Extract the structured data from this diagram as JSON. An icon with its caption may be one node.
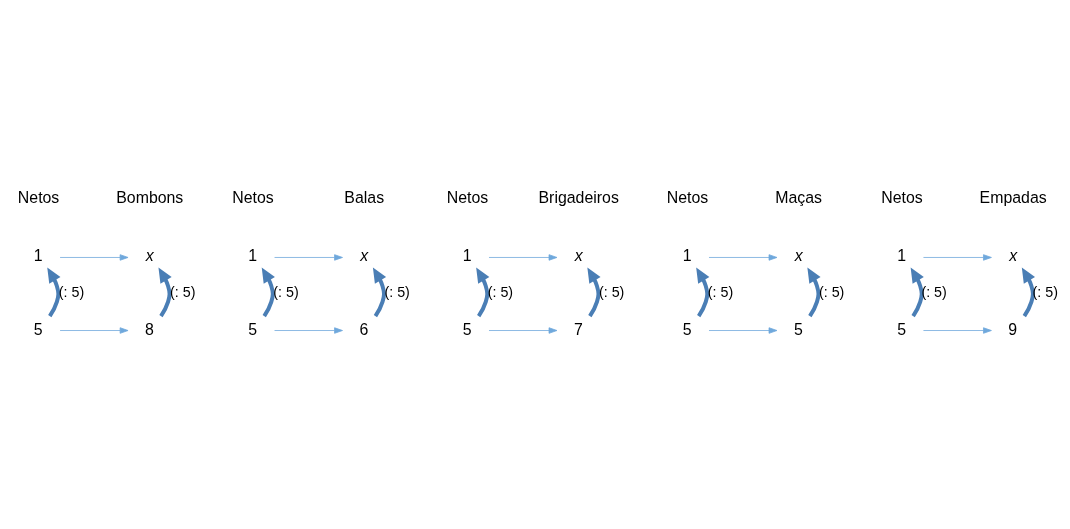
{
  "diagram": {
    "nodes": [
      {
        "text": [
          "1"
        ]
      },
      {
        "text": [
          "x"
        ]
      },
      {
        "text": [
          "5"
        ]
      },
      {
        "text": [
          "8"
        ]
      },
      {
        "text": [
          "1"
        ]
      },
      {
        "text": [
          "x"
        ]
      },
      {
        "text": [
          "5"
        ]
      },
      {
        "text": [
          "6"
        ]
      },
      {
        "text": [
          "1"
        ]
      },
      {
        "text": [
          "x"
        ]
      },
      {
        "text": [
          "5"
        ]
      },
      {
        "text": [
          "7"
        ]
      },
      {
        "text": [
          "1"
        ]
      },
      {
        "text": [
          "x"
        ]
      },
      {
        "text": [
          "5"
        ]
      },
      {
        "text": [
          "5"
        ]
      },
      {
        "text": [
          "1"
        ]
      },
      {
        "text": [
          "x"
        ]
      },
      {
        "text": [
          "5"
        ]
      },
      {
        "text": [
          "9"
        ]
      }
    ],
    "edges": [
      {
        "from": 0,
        "to": 1,
        "arrow": "to",
        "color": "#6fa8dc"
      },
      {
        "from": 2,
        "to": 3,
        "arrow": "to",
        "color": "#6fa8dc"
      },
      {
        "from": 2,
        "to": 0,
        "arrow": "to",
        "label": "(: 5)",
        "style": "thick",
        "color": "#4a7eb5"
      },
      {
        "from": 3,
        "to": 1,
        "arrow": "to",
        "label": "(: 5)",
        "style": "thick",
        "color": "#4a7eb5"
      },
      {
        "from": 4,
        "to": 5,
        "arrow": "to",
        "color": "#6fa8dc"
      },
      {
        "from": 6,
        "to": 7,
        "arrow": "to",
        "color": "#6fa8dc"
      },
      {
        "from": 6,
        "to": 4,
        "arrow": "to",
        "label": "(: 5)",
        "style": "thick",
        "color": "#4a7eb5"
      },
      {
        "from": 7,
        "to": 5,
        "arrow": "to",
        "label": "(: 5)",
        "style": "thick",
        "color": "#4a7eb5"
      },
      {
        "from": 8,
        "to": 9,
        "arrow": "to",
        "color": "#6fa8dc"
      },
      {
        "from": 10,
        "to": 11,
        "arrow": "to",
        "color": "#6fa8dc"
      },
      {
        "from": 10,
        "to": 8,
        "arrow": "to",
        "label": "(: 5)",
        "style": "thick",
        "color": "#4a7eb5"
      },
      {
        "from": 11,
        "to": 9,
        "arrow": "to",
        "label": "(: 5)",
        "style": "thick",
        "color": "#4a7eb5"
      },
      {
        "from": 12,
        "to": 13,
        "arrow": "to",
        "color": "#6fa8dc"
      },
      {
        "from": 14,
        "to": 15,
        "arrow": "to",
        "color": "#6fa8dc"
      },
      {
        "from": 14,
        "to": 12,
        "arrow": "to",
        "label": "(: 5)",
        "style": "thick",
        "color": "#4a7eb5"
      },
      {
        "from": 15,
        "to": 13,
        "arrow": "to",
        "label": "(: 5)",
        "style": "thick",
        "color": "#4a7eb5"
      },
      {
        "from": 16,
        "to": 17,
        "arrow": "to",
        "color": "#6fa8dc"
      },
      {
        "from": 18,
        "to": 19,
        "arrow": "to",
        "color": "#6fa8dc"
      },
      {
        "from": 18,
        "to": 16,
        "arrow": "to",
        "label": "(: 5)",
        "style": "thick",
        "color": "#4a7eb5"
      },
      {
        "from": 19,
        "to": 17,
        "arrow": "to",
        "label": "(: 5)",
        "style": "thick",
        "color": "#4a7eb5"
      }
    ],
    "labels": [
      "Netos",
      "Bombons",
      "Netos",
      "Balas",
      "Netos",
      "Brigadeiros",
      "Netos",
      "Maças",
      "Netos",
      "Empadas"
    ]
  }
}
